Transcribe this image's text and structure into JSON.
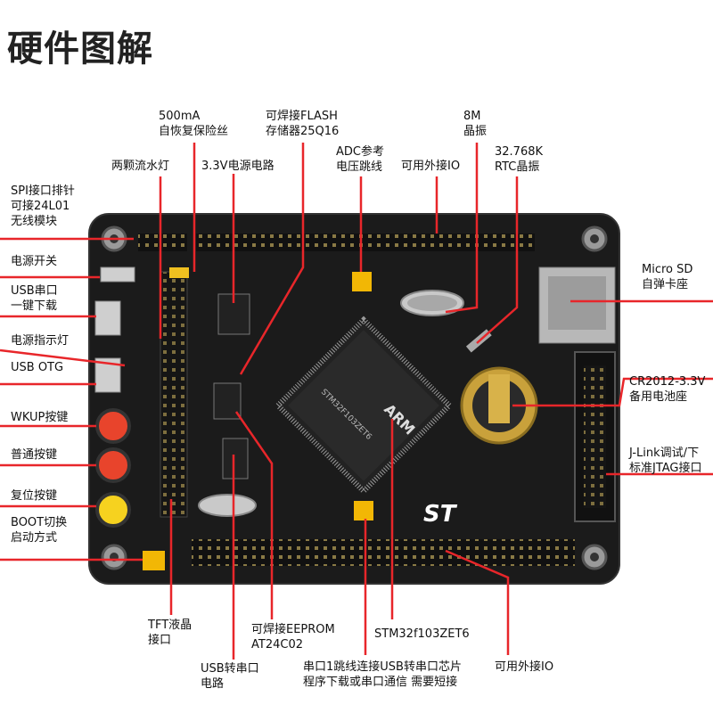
{
  "title": "硬件图解",
  "labels": {
    "spi": "SPI接口排针\n可接24L01\n无线模块",
    "power_switch": "电源开关",
    "usb_serial": "USB串口\n一键下载",
    "power_led": "电源指示灯",
    "usb_otg": "USB OTG",
    "wkup": "WKUP按键",
    "normal_key": "普通按键",
    "reset": "复位按键",
    "boot": "BOOT切换\n启动方式",
    "two_leds": "两颗流水灯",
    "fuse": "500mA\n自恢复保险丝",
    "regulator": "3.3V电源电路",
    "flash": "可焊接FLASH\n存储器25Q16",
    "adc": "ADC参考\n电压跳线",
    "ext_io_top": "可用外接IO",
    "crystal_8m": "8M\n晶振",
    "crystal_rtc": "32.768K\nRTC晶振",
    "micro_sd": "Micro SD\n自弹卡座",
    "battery": "CR2012-3.3V\n备用电池座",
    "jlink": "J-Link调试/下\n标准JTAG接口",
    "tft": "TFT液晶\n接口",
    "usb_uart_circuit": "USB转串口\n电路",
    "eeprom": "可焊接EEPROM\nAT24C02",
    "mcu": "STM32f103ZET6",
    "jumper": "串口1跳线连接USB转串口芯片\n程序下载或串口通信 需要短接",
    "ext_io_bottom": "可用外接IO"
  },
  "chip": {
    "brand": "ARM",
    "part": "STM32F103ZET6",
    "logo": "ST"
  },
  "colors": {
    "board": "#1a1a1a",
    "leader": "#e8262a",
    "pin_gold": "#c9a13b",
    "jumper": "#f2b705"
  }
}
